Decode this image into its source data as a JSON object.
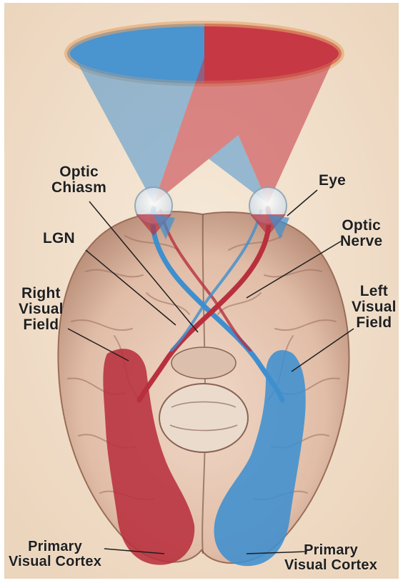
{
  "labels": {
    "optic_chiasm": [
      "Optic",
      "Chiasm"
    ],
    "eye": "Eye",
    "lgn": "LGN",
    "optic_nerve": [
      "Optic",
      "Nerve"
    ],
    "right_visual_field": [
      "Right",
      "Visual",
      "Field"
    ],
    "left_visual_field": [
      "Left",
      "Visual",
      "Field"
    ],
    "primary_visual_cortex_left": [
      "Primary",
      "Visual Cortex"
    ],
    "primary_visual_cortex_right": [
      "Primary",
      "Visual Cortex"
    ]
  },
  "colors": {
    "left_pathway_red": "#b8303e",
    "right_pathway_blue": "#3f8fcf",
    "brain_tissue": "#e8cbb8",
    "background_cream": "#f3e2cf",
    "label_text": "#1f1f1f"
  }
}
